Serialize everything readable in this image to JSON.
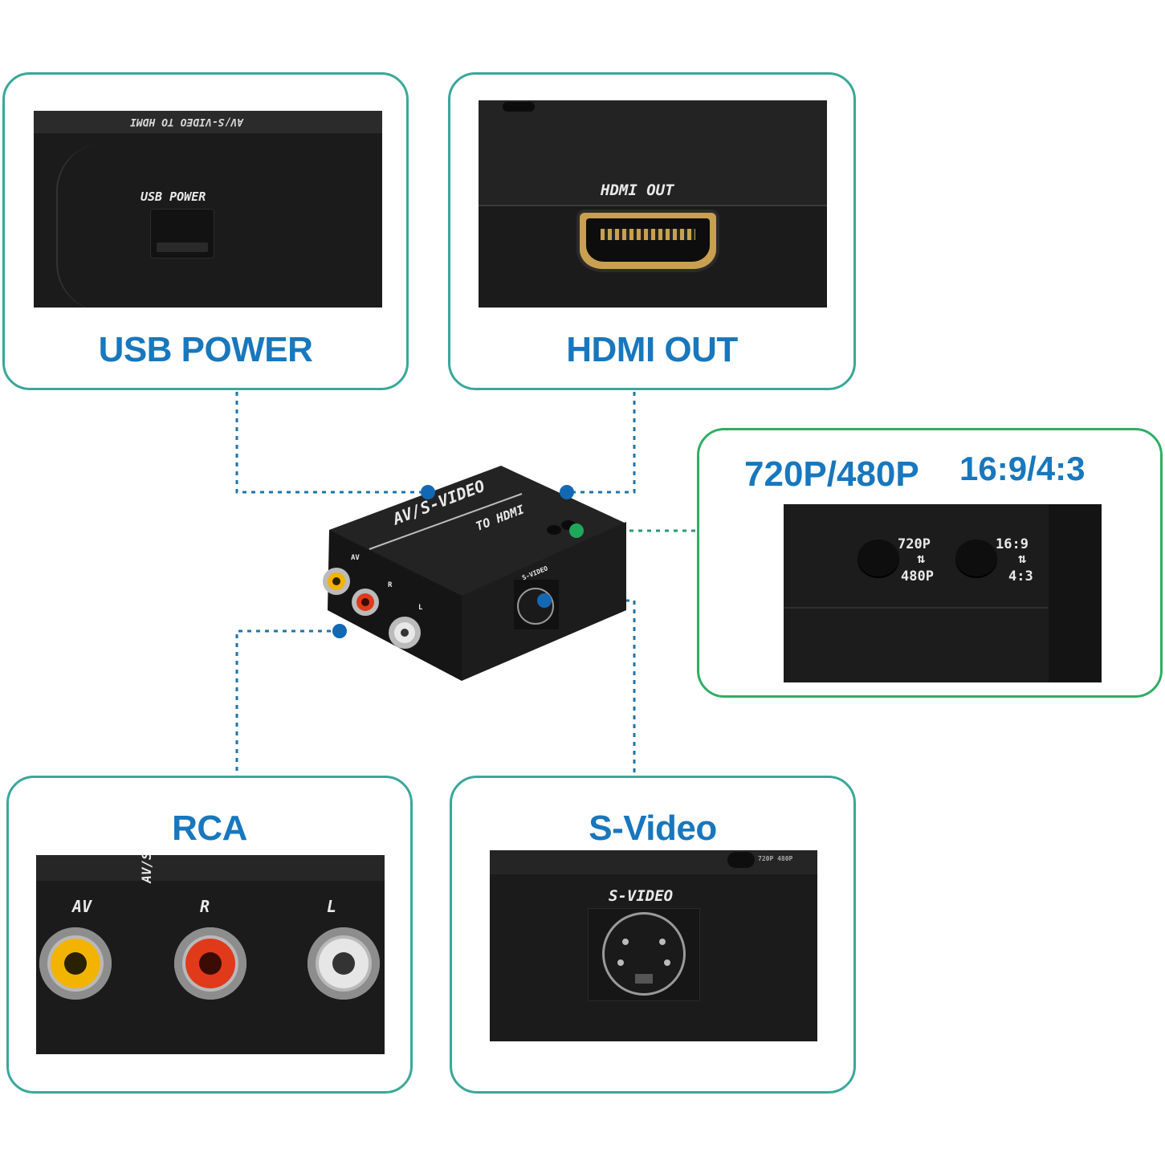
{
  "callouts": {
    "usb_power": {
      "title": "USB POWER",
      "silk_label": "USB POWER",
      "silk_top": "AV/S-VIDEO TO HDMI"
    },
    "hdmi_out": {
      "title": "HDMI OUT",
      "silk_label": "HDMI OUT"
    },
    "switches": {
      "title_left": "720P/480P",
      "title_right": "16:9/4:3",
      "switch1_top": "720P",
      "switch1_arrows": "⇅",
      "switch1_bottom": "480P",
      "switch2_top": "16:9",
      "switch2_arrows": "⇅",
      "switch2_bottom": "4:3"
    },
    "rca": {
      "title": "RCA",
      "jack_av": "AV",
      "jack_r": "R",
      "jack_l": "L",
      "silk_top": "AV/S"
    },
    "svideo": {
      "title": "S-Video",
      "silk_label": "S-VIDEO",
      "silk_top": "720P 480P"
    }
  },
  "device": {
    "brand_line1": "AV/S-VIDEO",
    "brand_line2": "TO HDMI",
    "svideo_label": "S-VIDEO",
    "jack_av": "AV",
    "jack_r": "R",
    "jack_l": "L"
  },
  "colors": {
    "card_border": "#3aa79a",
    "card_border_switch": "#2fae63",
    "title_blue": "#1877bd",
    "dot_blue": "#1268b3",
    "dot_green": "#1fa85a",
    "rca_yellow": "#f2b400",
    "rca_red": "#e03a1a",
    "rca_white": "#dddddd"
  }
}
